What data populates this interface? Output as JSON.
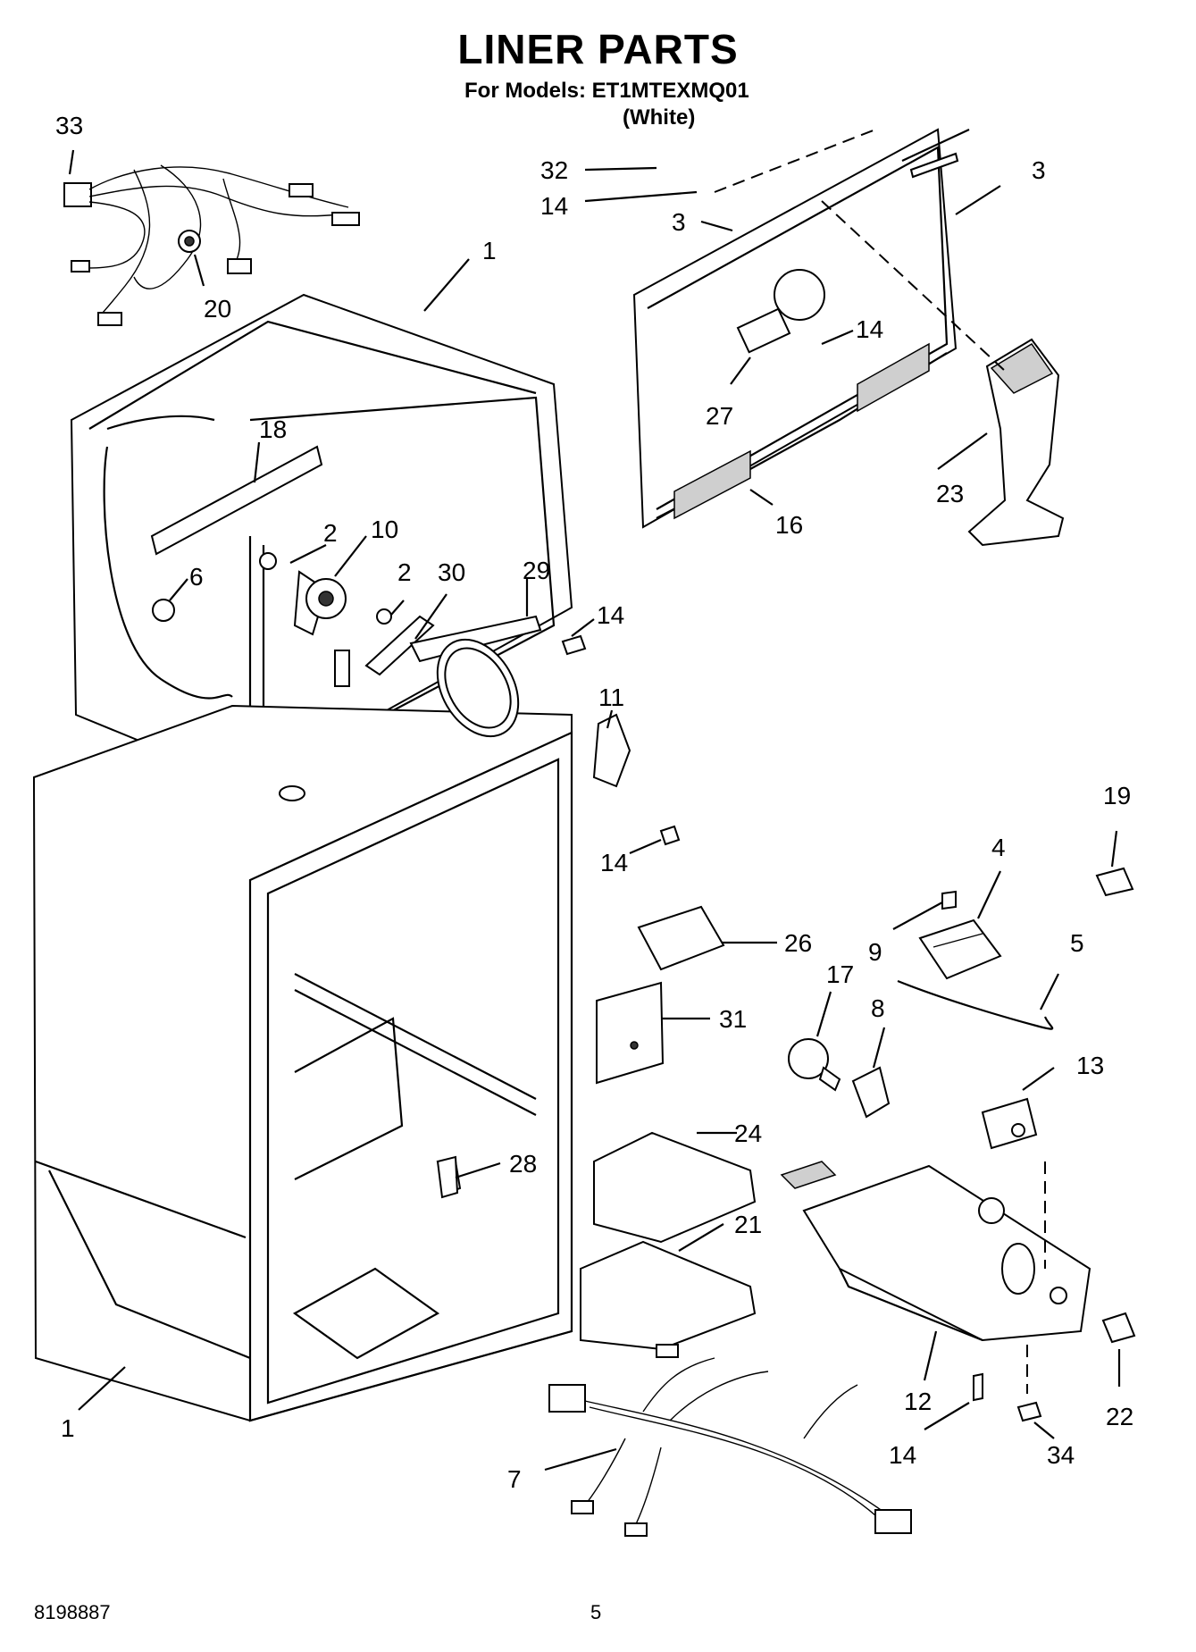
{
  "header": {
    "title": "LINER PARTS",
    "models_line": "For Models: ET1MTEXMQ01",
    "variant": "(White)"
  },
  "footer": {
    "document_number": "8198887",
    "page_number": "5"
  },
  "callouts": [
    "33",
    "20",
    "1",
    "32",
    "14",
    "3",
    "3",
    "14",
    "27",
    "16",
    "23",
    "18",
    "2",
    "10",
    "2",
    "30",
    "29",
    "14",
    "6",
    "11",
    "14",
    "19",
    "4",
    "9",
    "5",
    "26",
    "31",
    "17",
    "8",
    "13",
    "24",
    "28",
    "21",
    "12",
    "22",
    "14",
    "34",
    "1",
    "7"
  ]
}
